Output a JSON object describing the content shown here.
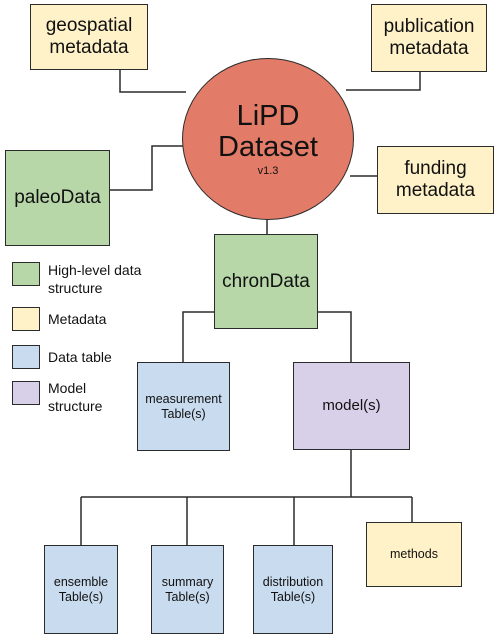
{
  "circle": {
    "title_line1": "LiPD",
    "title_line2": "Dataset",
    "version": "v1.3"
  },
  "metadata_boxes": {
    "geospatial": {
      "line1": "geospatial",
      "line2": "metadata"
    },
    "publication": {
      "line1": "publication",
      "line2": "metadata"
    },
    "funding": {
      "line1": "funding",
      "line2": "metadata"
    }
  },
  "structure_boxes": {
    "paleo": "paleoData",
    "chron": "chronData",
    "measurement": {
      "line1": "measurement",
      "line2": "Table(s)"
    },
    "model": "model(s)",
    "ensemble": {
      "line1": "ensemble",
      "line2": "Table(s)"
    },
    "summary": {
      "line1": "summary",
      "line2": "Table(s)"
    },
    "distribution": {
      "line1": "distribution",
      "line2": "Table(s)"
    },
    "methods": "methods"
  },
  "legend": {
    "high_level": {
      "line1": "High-level data",
      "line2": "structure"
    },
    "metadata": "Metadata",
    "data_table": "Data table",
    "model": {
      "line1": "Model",
      "line2": "structure"
    }
  },
  "colors": {
    "metadata_fill": "#fff2c8",
    "high_level_fill": "#b7d7a8",
    "data_table_fill": "#c9dbef",
    "model_fill": "#d8d0e8",
    "dataset_circle_fill": "#e27b67"
  }
}
